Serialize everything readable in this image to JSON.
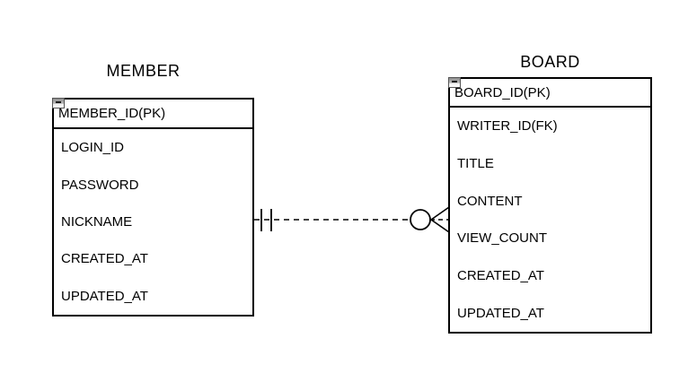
{
  "diagram": {
    "type": "entity-relationship",
    "background": "#ffffff",
    "line_color": "#000000",
    "text_color": "#000000"
  },
  "entities": [
    {
      "name": "MEMBER",
      "header": "MEMBER_ID(PK)",
      "rows": [
        "LOGIN_ID",
        "PASSWORD",
        "NICKNAME",
        "CREATED_AT",
        "UPDATED_AT"
      ],
      "collapse_icon": "collapse-minus-icon"
    },
    {
      "name": "BOARD",
      "header": "BOARD_ID(PK)",
      "rows": [
        "WRITER_ID(FK)",
        "TITLE",
        "CONTENT",
        "VIEW_COUNT",
        "CREATED_AT",
        "UPDATED_AT"
      ],
      "collapse_icon": "collapse-minus-icon"
    }
  ],
  "relationship": {
    "from_entity": "MEMBER",
    "to_entity": "BOARD",
    "from_cardinality": "one-and-only-one",
    "to_cardinality": "zero-or-many",
    "line_style": "dashed",
    "notation": "crow-foot"
  },
  "colors": {
    "stroke": "#000000",
    "background": "#ffffff",
    "collapse_icon_top": "#8f8f8f",
    "collapse_icon_bottom": "#fdfdfd"
  }
}
